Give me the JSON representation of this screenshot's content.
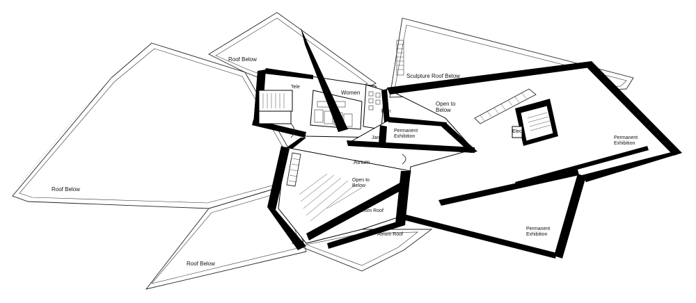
{
  "labels": {
    "roof_below_top": "Roof Below",
    "sculpture_roof_below": "Sculpture Roof Below",
    "tele": "Tele",
    "women": "Women",
    "men": "Men",
    "jan": "Jan",
    "open_to_below_right": "Open to\nBelow",
    "elec": "Elec.",
    "permanent_exhibition_center": "Permanent\nExhibition",
    "permanent_exhibition_right": "Permanent\nExhibition",
    "permanent_exhibition_bottom": "Permanent\nExhibition",
    "atrium": "Atrium",
    "open_to_below_center": "Open to\nBelow",
    "atrium_roof_1": "Atrium Roof",
    "atrium_roof_2": "Atrium Roof",
    "roof_below_left": "Roof Below",
    "roof_below_bottom": "Roof Below"
  }
}
